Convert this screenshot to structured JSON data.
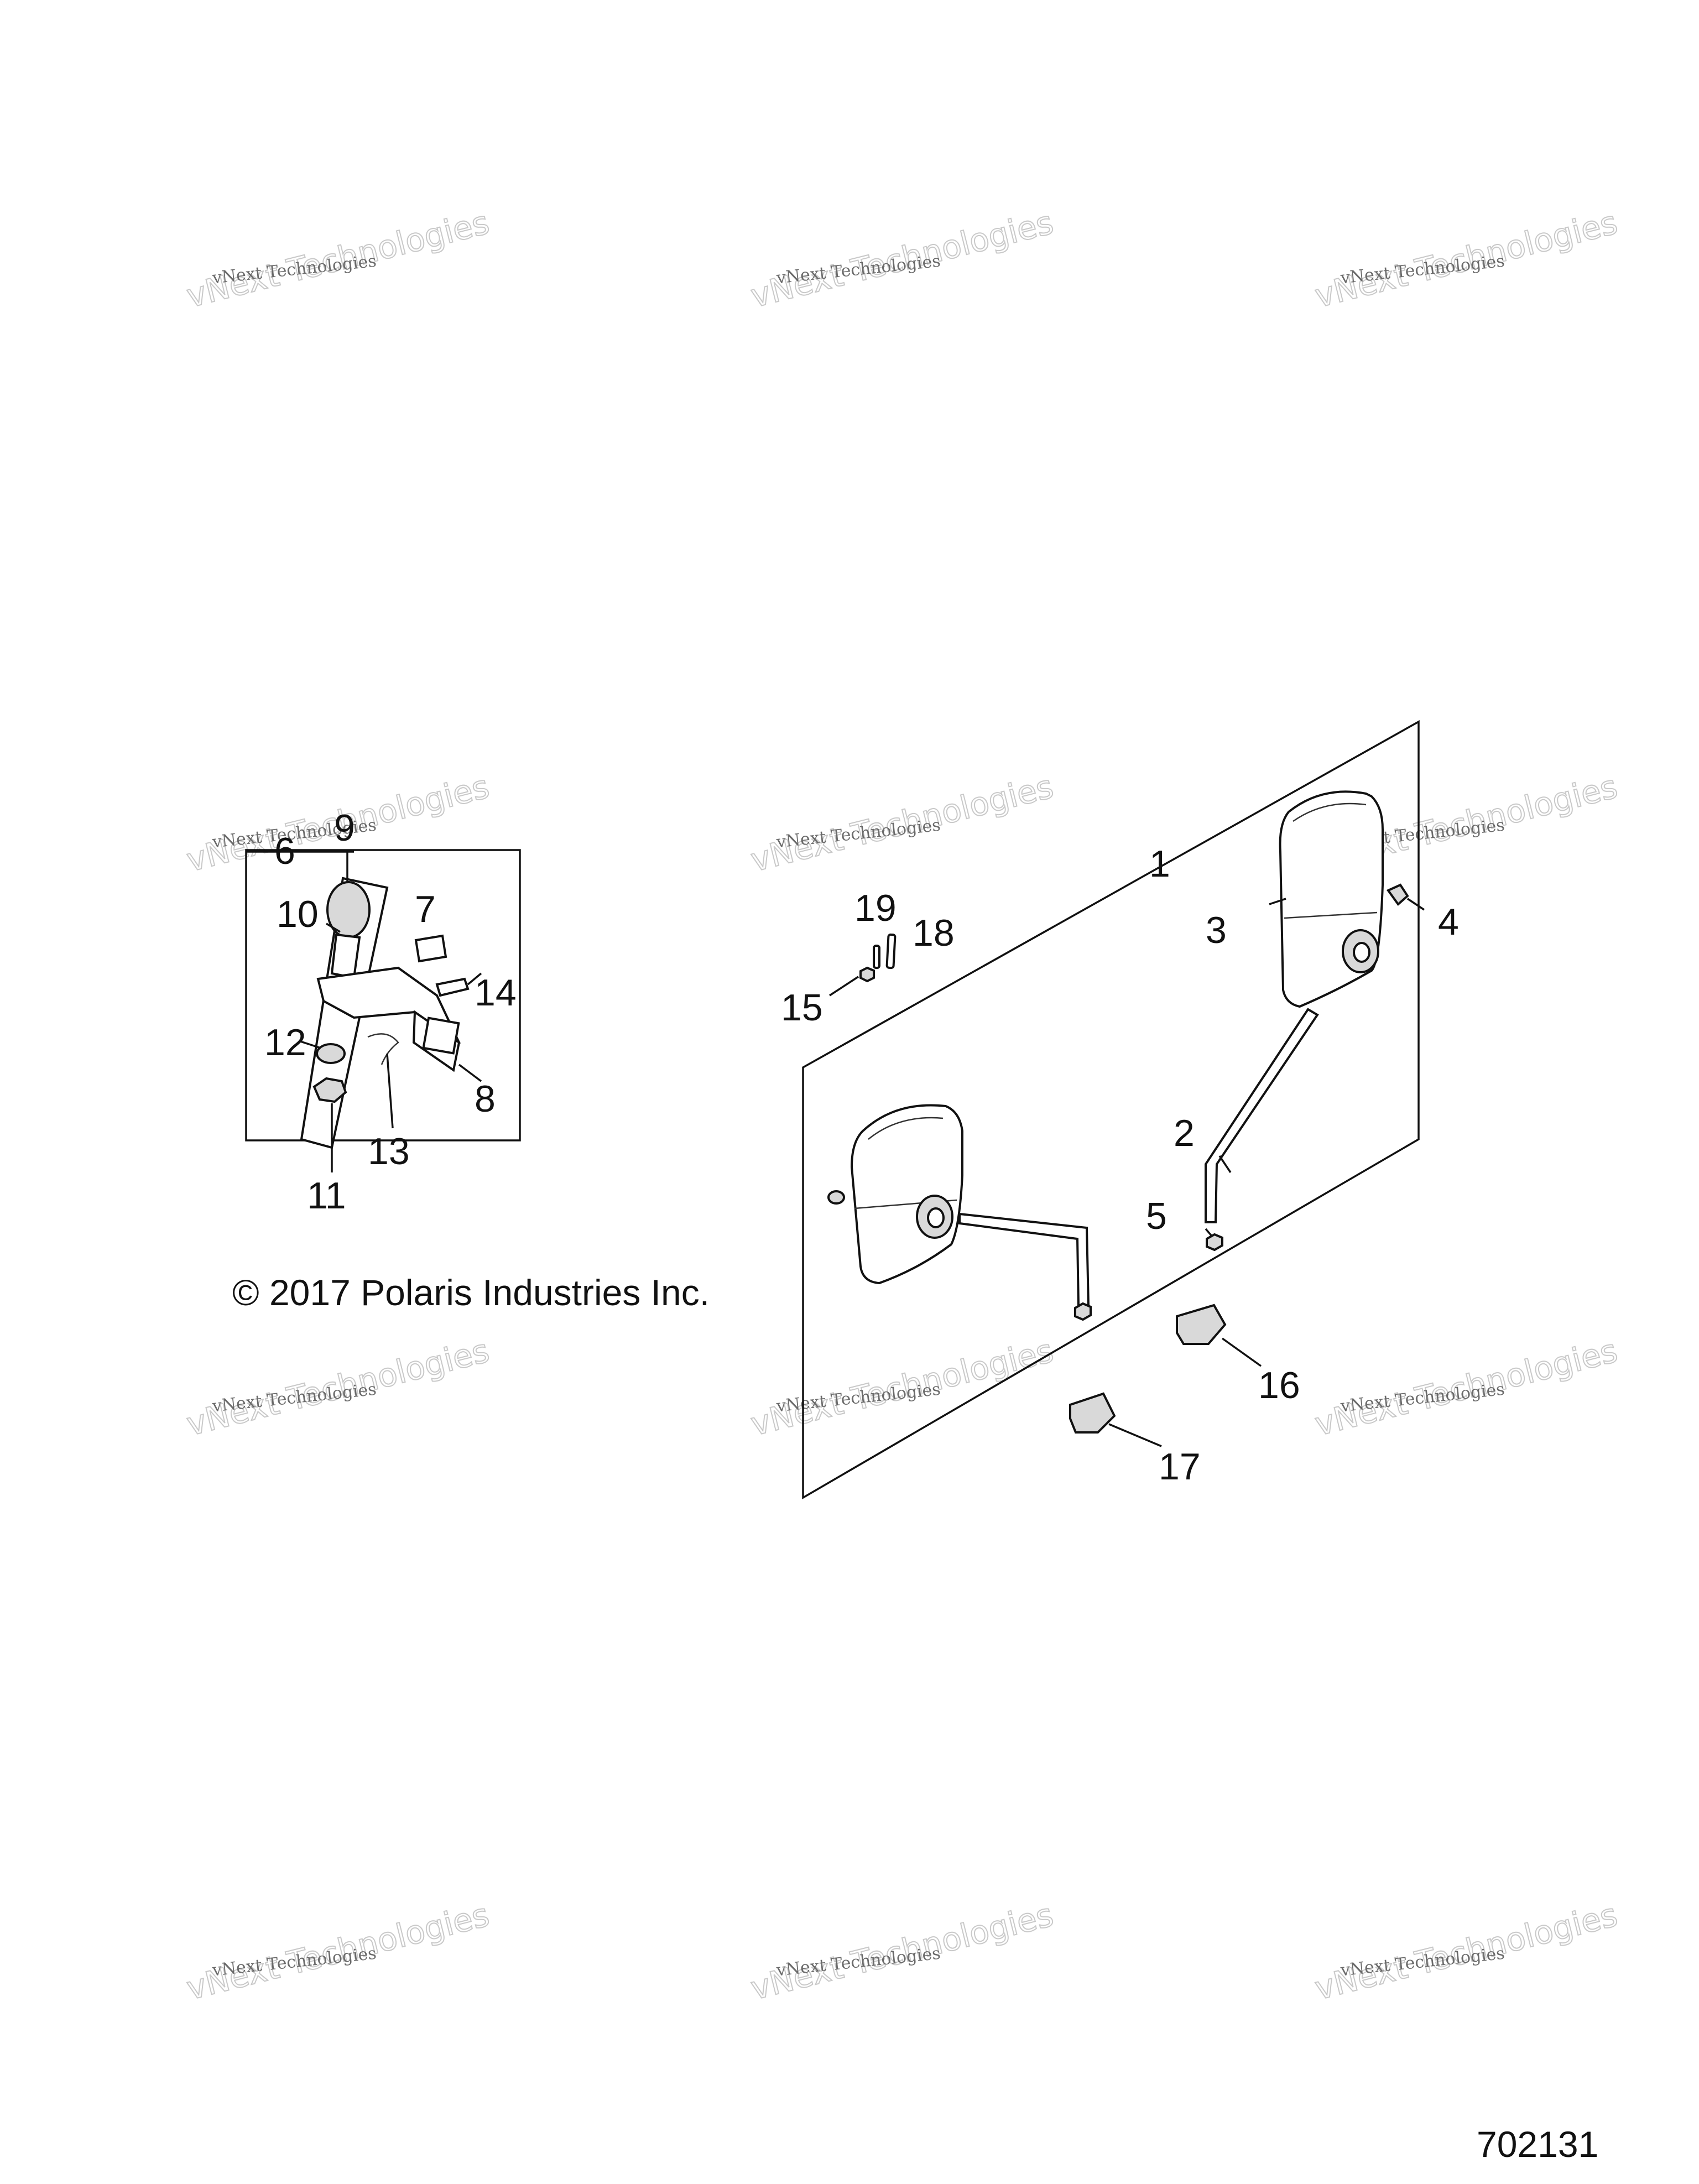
{
  "callouts": {
    "c1": "1",
    "c2": "2",
    "c3": "3",
    "c4": "4",
    "c5": "5",
    "c6": "6",
    "c7": "7",
    "c8": "8",
    "c9": "9",
    "c10": "10",
    "c11": "11",
    "c12": "12",
    "c13": "13",
    "c14": "14",
    "c15": "15",
    "c16": "16",
    "c17": "17",
    "c18": "18",
    "c19": "19"
  },
  "copyright": "© 2017 Polaris Industries Inc.",
  "figure_number": "702131",
  "watermark": {
    "line1": "vNext Technologies",
    "line2": "vNext Technologies"
  }
}
